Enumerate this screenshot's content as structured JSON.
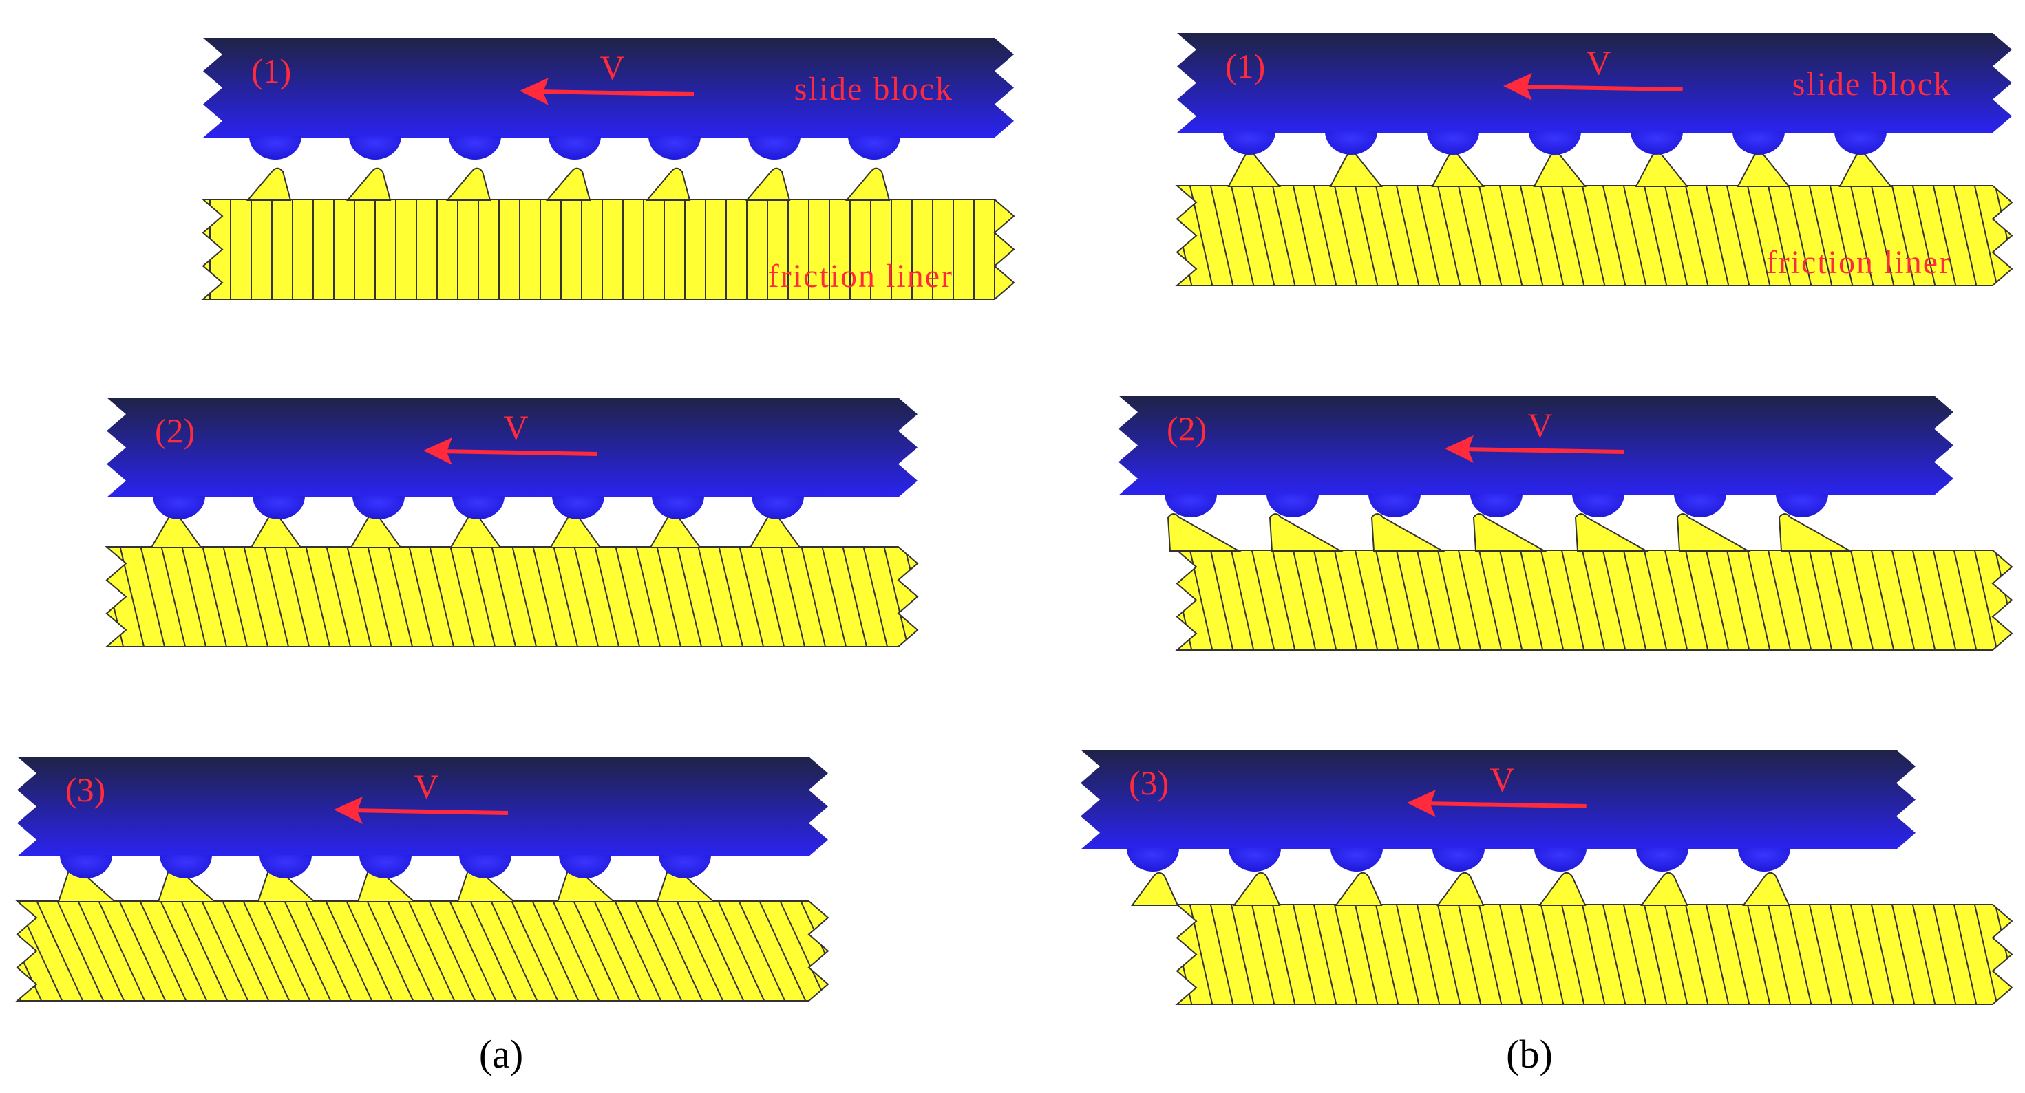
{
  "colors": {
    "block_top": "#1f2346",
    "block_bottom": "#2a23f0",
    "liner_fill": "#ffff33",
    "liner_stroke": "#333333",
    "label": "#ff2a3c",
    "caption": "#000000",
    "background": "#ffffff"
  },
  "text": {
    "velocity": "V",
    "slide_block": "slide block",
    "friction_liner": "friction liner"
  },
  "panels": [
    {
      "caption": "(a)",
      "stages": [
        {
          "label": "(1)",
          "fiber_tilt": 0.0,
          "tooth_deform": 0.05,
          "show_names": true
        },
        {
          "label": "(2)",
          "fiber_tilt": 0.32,
          "tooth_deform": 0.3,
          "show_names": false
        },
        {
          "label": "(3)",
          "fiber_tilt": 0.62,
          "tooth_deform": 0.55,
          "show_names": false
        }
      ]
    },
    {
      "caption": "(b)",
      "stages": [
        {
          "label": "(1)",
          "fiber_tilt": 0.3,
          "tooth_deform": 0.35,
          "show_names": true
        },
        {
          "label": "(2)",
          "fiber_tilt": 0.3,
          "tooth_deform": 1.0,
          "show_names": false
        },
        {
          "label": "(3)",
          "fiber_tilt": 0.3,
          "tooth_deform": 0.15,
          "show_names": false
        }
      ]
    }
  ]
}
